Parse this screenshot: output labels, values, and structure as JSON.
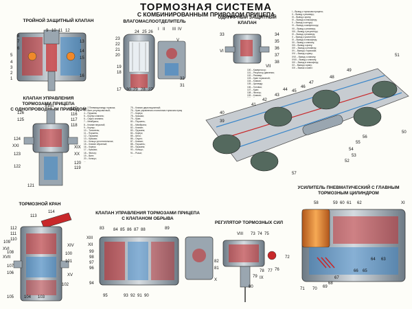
{
  "title": "ТОРМОЗНАЯ СИСТЕМА",
  "subtitle": "С КОМБИНИРОВАННЫМ ПРИВОДОМ ПРИЦЕПА",
  "sections": {
    "triple_valve": "ТРОЙНОЙ ЗАЩИТНЫЙ КЛАПАН",
    "moisture_separator": "ВЛАГОМАСЛООТДЕЛИТЕЛЬ",
    "single_valve": "ОДИНАРНЫЙ ЗАЩИТНЫЙ\nКЛАПАН",
    "trailer_valve_single": "КЛАПАН УПРАВЛЕНИЯ\nТОРМОЗАМИ ПРИЦЕПА\nС ОДНОПРОВОДНЫМ ПРИВОДОМ",
    "brake_valve": "ТОРМОЗНОЙ КРАН",
    "trailer_valve_breakaway": "КЛАПАН УПРАВЛЕНИЯ ТОРМОЗАМИ ПРИЦЕПА\nС КЛАПАНОМ ОБРЫВА",
    "force_regulator": "РЕГУЛЯТОР ТОРМОЗНЫХ СИЛ",
    "booster": "УСИЛИТЕЛЬ ПНЕВМАТИЧЕСКИЙ С ГЛАВНЫМ\nТОРМОЗНЫМ ЦИЛИНДРОМ"
  },
  "legends": {
    "left": "1 – 2 Пневмоцилиндр тормоза;\n3 – Винт регулировочный;\n4 – Пружина;\n5 – Корпус клапана;\n6 – Седло клапана;\n7 – Мембрана;\n8 – Клапан впускной;\n9 – Корпус;\n10 – Толкатель;\n11 – Поршень;\n12 – Пружина;\n13 – Крышка;\n14 – Кольцо уплотнительное;\n15 – Клапан обратный;\n16 – Корпус;\n17 – Крышка;\n18 – Фильтр;\n19 – Винт;\n20 – Кольцо;\n…",
    "center": "75 – Клапан двухсекционный;\n76 – Кран управления стояночным тормозом прицепа;\n77 – Корпус;\n78 – Крышка;\n79 – Кран;\n80 – Поршень;\n81 – Мембрана;\n82 – Клапан;\n83 – Пружина;\n84 – Корпус;\n85 – Шток;\n86 – Седло;\n87 – Клапан;\n88 – Поршень;\n89 – Пружина;\n90 – Кольцо;\n91 – Рычаг;\n…",
    "right": "I – Вывод к тормозам прицепа;\nII – Вывод к ресиверу;\nIII – Вывод к крану;\nIV – Вывод в атмосферу;\nV – Вывод к контуру;\nVI – Вывод к компрессору;\nVII – Вывод к ресиверу;\nVIII – Вывод к регулятору;\nIX – Вывод к ресиверу;\nX – Вывод к усилителю;\nXI – Вывод в атмосферу;\nXII – Вывод к клапану;\nXIII – Вывод к крану;\nXIV – Вывод к ресиверу;\nXV – Вывод к тормозам;\nXVI – Вывод к крану;\nXVII – Вывод к клапану;\nXVIII – Вывод к клапану;\nXIX – Вывод в атмосферу;\nXX – Вывод к крану;\nXXI – Вывод к крану;",
    "chassis": "100 – Компрессор;\n101 – Регулятор давления;\n102 – Ресивер;\n103 – Кран тормозной;\n104 – Клапан;\n105 – Цилиндр;\n106 – Головка;\n107 – Кран;\n108 – Фильтр;\n109 – Клапан;\n110 – Датчик;\n111 – Манометр;\n112 – Трубопровод;\n113 – Соединение;\n114 – Шланг;\n115 – Штуцер;\n116 – Привод;\n…"
  },
  "callouts": {
    "triple_valve": [
      "8",
      "9",
      "10",
      "11",
      "12",
      "7",
      "13",
      "6",
      "14",
      "5",
      "15",
      "4",
      "3",
      "2",
      "1",
      "16"
    ],
    "moisture_separator": [
      "17",
      "18",
      "19",
      "20",
      "21",
      "22",
      "23",
      "24",
      "25",
      "26",
      "27",
      "28",
      "29",
      "30",
      "31",
      "32",
      "I",
      "II",
      "III",
      "IV",
      "V"
    ],
    "single_valve": [
      "33",
      "34",
      "35",
      "36",
      "37",
      "38",
      "VI",
      "VII"
    ],
    "trailer_valve_single": [
      "126",
      "125",
      "124",
      "123",
      "122",
      "121",
      "120",
      "119",
      "118",
      "117",
      "116",
      "115",
      "XVIII",
      "XIX",
      "XX",
      "XXI"
    ],
    "brake_valve": [
      "113",
      "114",
      "112",
      "111",
      "110",
      "109",
      "108",
      "107",
      "106",
      "105",
      "104",
      "103",
      "102",
      "101",
      "100",
      "XVI",
      "XVII",
      "XV",
      "XIV"
    ],
    "trailer_valve_breakaway": [
      "83",
      "84",
      "85",
      "86",
      "87",
      "88",
      "89",
      "90",
      "91",
      "92",
      "93",
      "94",
      "95",
      "96",
      "97",
      "98",
      "99",
      "XII",
      "XIII"
    ],
    "force_regulator": [
      "VIII",
      "73",
      "74",
      "75",
      "76",
      "77",
      "78",
      "79",
      "80",
      "81",
      "82",
      "IX",
      "X"
    ],
    "booster": [
      "58",
      "59",
      "60",
      "61",
      "62",
      "63",
      "64",
      "65",
      "66",
      "67",
      "68",
      "69",
      "70",
      "71",
      "72",
      "XI"
    ],
    "chassis": [
      "39",
      "40",
      "41",
      "42",
      "43",
      "44",
      "45",
      "46",
      "47",
      "48",
      "49",
      "50",
      "51",
      "52",
      "53",
      "54",
      "55",
      "56",
      "57"
    ]
  },
  "colors": {
    "air_pressure": "#c8282a",
    "fluid": "#3a86c9",
    "housing": "#9aa6b0",
    "frame": "#c7ccd1",
    "wheel": "#54695e",
    "piston": "#f0892a"
  }
}
